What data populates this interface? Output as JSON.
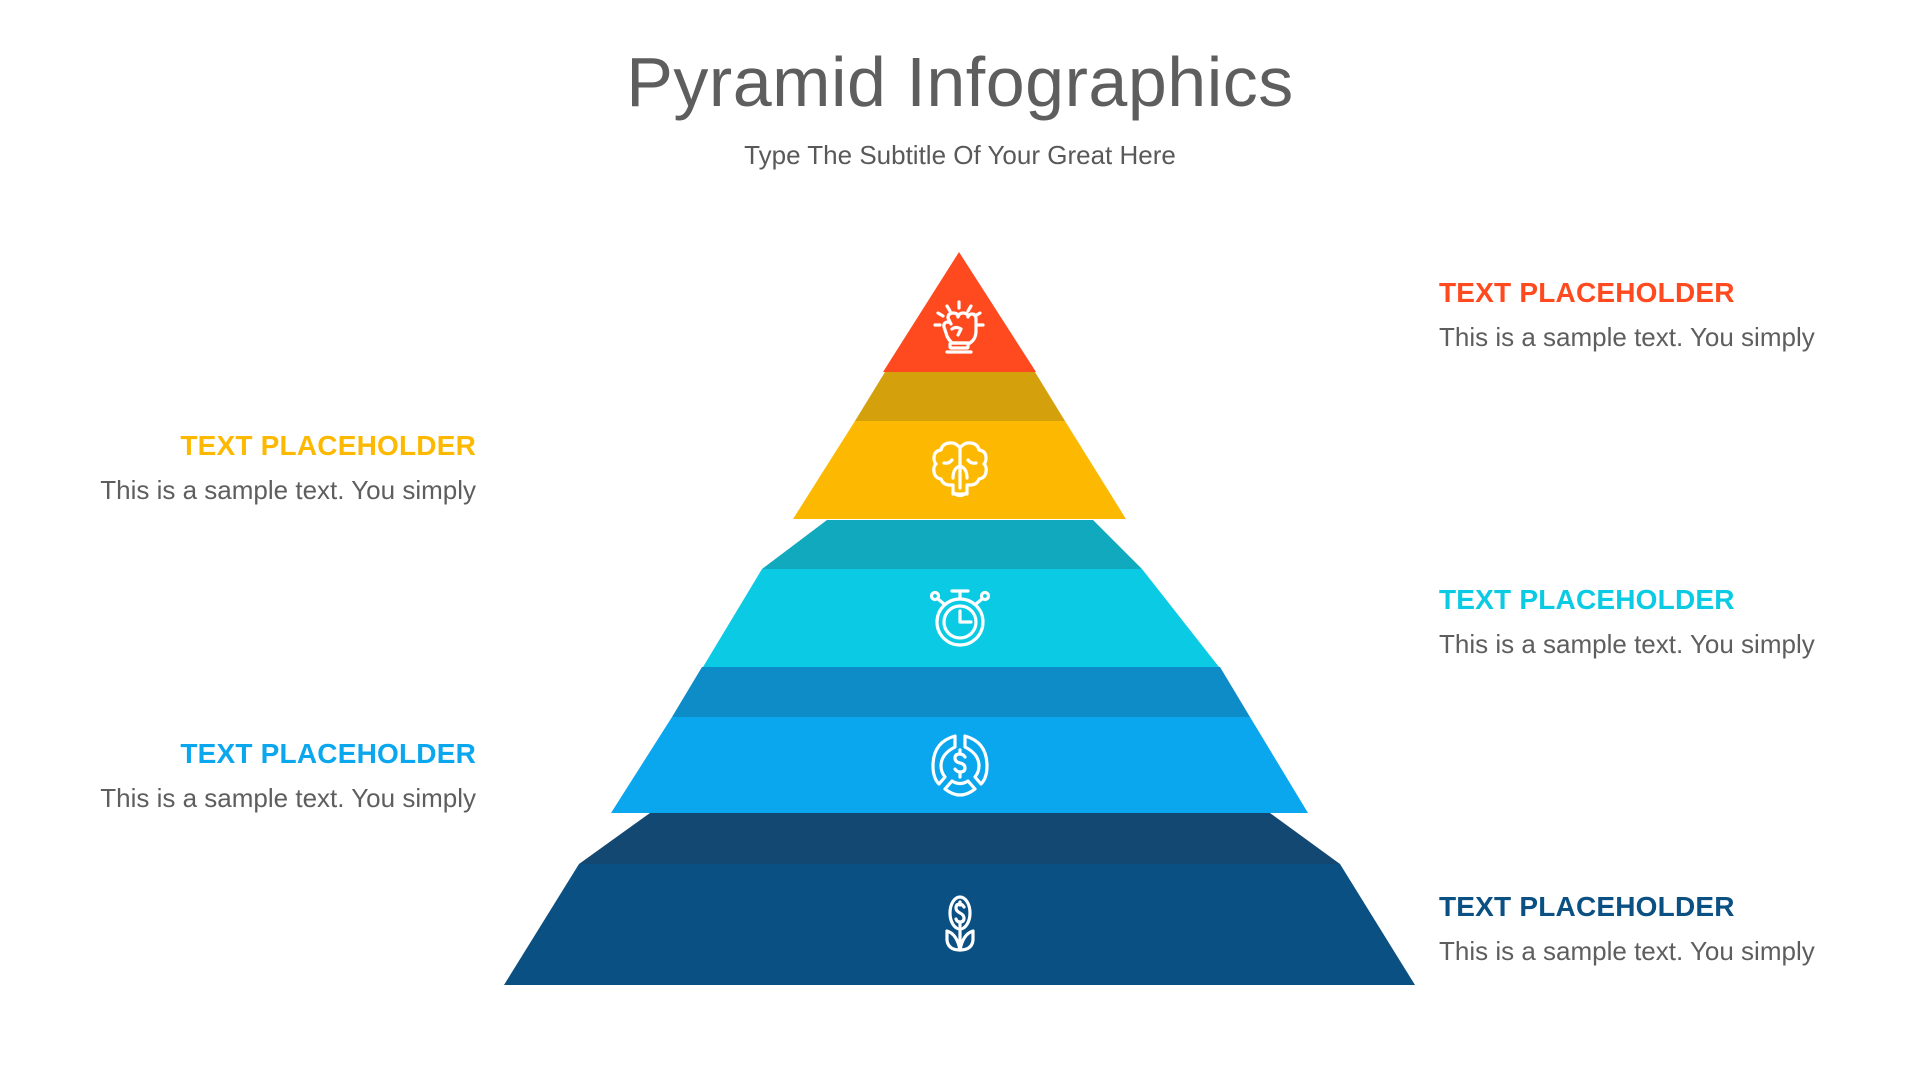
{
  "header": {
    "title": "Pyramid Infographics",
    "subtitle": "Type The Subtitle Of Your Great Here"
  },
  "colors": {
    "orange": "#FF4A1F",
    "yellow": "#FDB902",
    "yellow_dark": "#D4A00C",
    "cyan": "#0ACBE3",
    "cyan_dark": "#11A9BD",
    "blue": "#0AA6EE",
    "blue_dark": "#0D8CC7",
    "navy": "#0B5082",
    "navy_dark": "#134872",
    "text_gray": "#5E5E5E"
  },
  "pyramid": {
    "levels": [
      {
        "level": 1,
        "icon": "fist-power-icon",
        "color": "#FF4A1F"
      },
      {
        "level": 2,
        "icon": "brain-bulb-icon",
        "color": "#FDB902"
      },
      {
        "level": 3,
        "icon": "stopwatch-icon",
        "color": "#0ACBE3"
      },
      {
        "level": 4,
        "icon": "dollar-cycle-icon",
        "color": "#0AA6EE"
      },
      {
        "level": 5,
        "icon": "money-plant-icon",
        "color": "#0B5082"
      }
    ]
  },
  "blocks": [
    {
      "side": "right",
      "heading": "TEXT PLACEHOLDER",
      "body": "This is a sample text. You simply",
      "color": "#FF4A1F"
    },
    {
      "side": "left",
      "heading": "TEXT PLACEHOLDER",
      "body": "This is a sample text. You simply",
      "color": "#FDB902"
    },
    {
      "side": "right",
      "heading": "TEXT PLACEHOLDER",
      "body": "This is a sample text. You simply",
      "color": "#0ACBE3"
    },
    {
      "side": "left",
      "heading": "TEXT PLACEHOLDER",
      "body": "This is a sample text. You simply",
      "color": "#0AA6EE"
    },
    {
      "side": "right",
      "heading": "TEXT PLACEHOLDER",
      "body": "This is a sample text. You simply",
      "color": "#0B5082"
    }
  ]
}
